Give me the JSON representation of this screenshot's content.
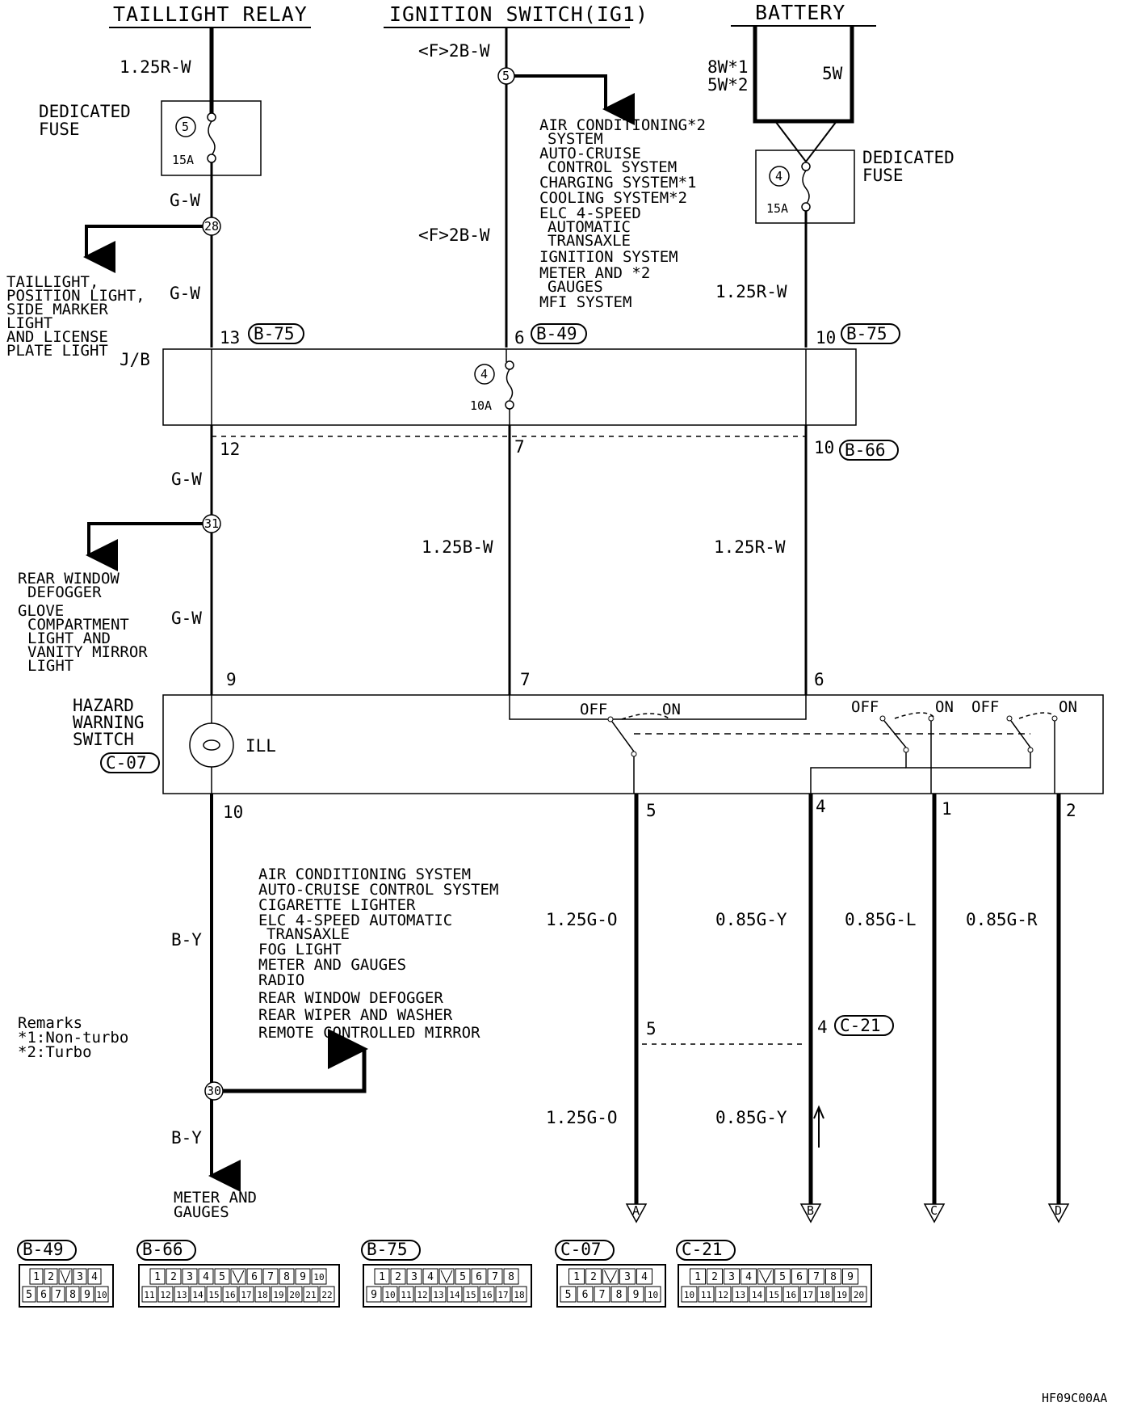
{
  "headers": {
    "taillight_relay": "TAILLIGHT RELAY",
    "ignition_switch": "IGNITION SWITCH(IG1)",
    "battery": "BATTERY"
  },
  "fuse_left": {
    "title_1": "DEDICATED",
    "title_2": "FUSE",
    "number": "5",
    "rating": "15A"
  },
  "fuse_right": {
    "title_1": "DEDICATED",
    "title_2": "FUSE",
    "number": "4",
    "rating": "15A"
  },
  "jb": {
    "label": "J/B",
    "fuse_number": "4",
    "fuse_rating": "10A"
  },
  "wires": {
    "w1": "1.25R-W",
    "w2": "G-W",
    "w3": "G-W",
    "w4": "G-W",
    "w5": "G-W",
    "ign1": "<F>2B-W",
    "ign2": "<F>2B-W",
    "bat_a": "8W*1",
    "bat_b": "5W*2",
    "bat_c": "5W",
    "bat_d": "1.25R-W",
    "mid_b": "1.25B-W",
    "mid_r": "1.25R-W",
    "by1": "B-Y",
    "by2": "B-Y",
    "g_o1": "1.25G-O",
    "g_y1": "0.85G-Y",
    "g_l": "0.85G-L",
    "g_r": "0.85G-R",
    "g_o2": "1.25G-O",
    "g_y2": "0.85G-Y"
  },
  "splices": {
    "s5": "5",
    "s28": "28",
    "s31": "31",
    "s30": "30"
  },
  "connectors": {
    "b75": "B-75",
    "b49": "B-49",
    "b66": "B-66",
    "c07": "C-07",
    "c21": "C-21"
  },
  "pins": {
    "p13": "13",
    "p6a": "6",
    "p10a": "10",
    "p12": "12",
    "p7a": "7",
    "p10b": "10",
    "p9": "9",
    "p7b": "7",
    "p6b": "6",
    "p10c": "10",
    "p5": "5",
    "p4": "4",
    "p1": "1",
    "p2": "2",
    "p5b": "5",
    "p4b": "4"
  },
  "ign_systems": [
    "AIR CONDITIONING*2",
    "SYSTEM",
    "AUTO-CRUISE",
    "CONTROL SYSTEM",
    "CHARGING SYSTEM*1",
    "COOLING SYSTEM*2",
    "ELC 4-SPEED",
    "AUTOMATIC",
    "TRANSAXLE",
    "IGNITION SYSTEM",
    "METER AND *2",
    "GAUGES",
    "MFI SYSTEM"
  ],
  "taillight_systems": [
    "TAILLIGHT,",
    "POSITION LIGHT,",
    "SIDE MARKER",
    "LIGHT",
    "AND LICENSE",
    "PLATE LIGHT"
  ],
  "defog_systems": [
    "REAR WINDOW",
    "DEFOGGER",
    "GLOVE",
    "COMPARTMENT",
    "LIGHT AND",
    "VANITY MIRROR",
    "LIGHT"
  ],
  "bottom_systems": [
    "AIR CONDITIONING SYSTEM",
    "AUTO-CRUISE CONTROL SYSTEM",
    "CIGARETTE LIGHTER",
    "ELC 4-SPEED AUTOMATIC",
    "TRANSAXLE",
    "FOG LIGHT",
    "METER AND GAUGES",
    "RADIO",
    "REAR WINDOW DEFOGGER",
    "REAR WIPER AND WASHER",
    "REMOTE CONTROLLED MIRROR"
  ],
  "hazard": {
    "line1": "HAZARD",
    "line2": "WARNING",
    "line3": "SWITCH",
    "ill": "ILL"
  },
  "switch_labels": {
    "off1": "OFF",
    "on1": "ON",
    "off2": "OFF",
    "on2": "ON",
    "off3": "OFF",
    "on3": "ON"
  },
  "meter": {
    "line1": "METER AND",
    "line2": "GAUGES"
  },
  "remarks": {
    "title": "Remarks",
    "r1": "*1:Non-turbo",
    "r2": "*2:Turbo"
  },
  "terminals": {
    "a": "A",
    "b": "B",
    "c": "C",
    "d": "D"
  },
  "pinouts": {
    "b49": {
      "name": "B-49",
      "row1": [
        "1",
        "2",
        "",
        "3",
        "4"
      ],
      "row2": [
        "5",
        "6",
        "7",
        "8",
        "9",
        "10"
      ]
    },
    "b66": {
      "name": "B-66",
      "row1": [
        "1",
        "2",
        "3",
        "4",
        "5",
        "",
        "6",
        "7",
        "8",
        "9",
        "10"
      ],
      "row2": [
        "11",
        "12",
        "13",
        "14",
        "15",
        "16",
        "17",
        "18",
        "19",
        "20",
        "21",
        "22"
      ]
    },
    "b75": {
      "name": "B-75",
      "row1": [
        "1",
        "2",
        "3",
        "4",
        "",
        "5",
        "6",
        "7",
        "8"
      ],
      "row2": [
        "9",
        "10",
        "11",
        "12",
        "13",
        "14",
        "15",
        "16",
        "17",
        "18"
      ]
    },
    "c07": {
      "name": "C-07",
      "row1": [
        "1",
        "2",
        "",
        "3",
        "4"
      ],
      "row2": [
        "5",
        "6",
        "7",
        "8",
        "9",
        "10"
      ]
    },
    "c21": {
      "name": "C-21",
      "row1": [
        "1",
        "2",
        "3",
        "4",
        "",
        "5",
        "6",
        "7",
        "8",
        "9"
      ],
      "row2": [
        "10",
        "11",
        "12",
        "13",
        "14",
        "15",
        "16",
        "17",
        "18",
        "19",
        "20"
      ]
    }
  },
  "figure_code": "HF09C00AA"
}
